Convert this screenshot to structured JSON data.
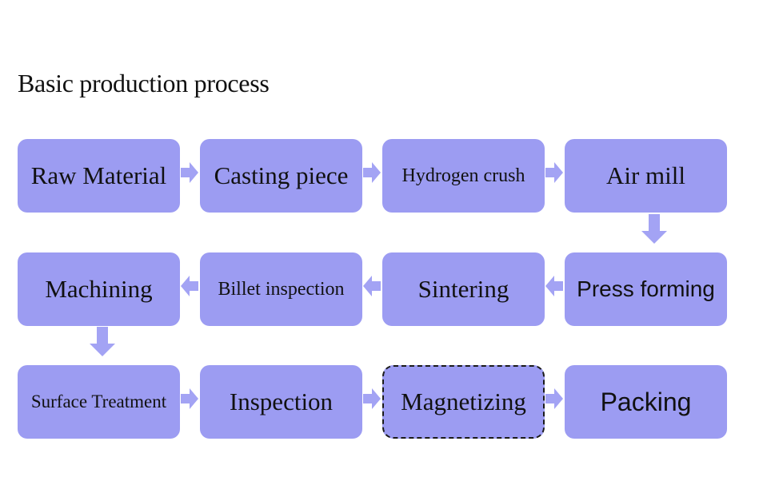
{
  "title": "Basic production process",
  "colors": {
    "box_fill": "#9c9cf2",
    "arrow_fill": "#a3a3f4",
    "text": "#111111"
  },
  "steps": [
    {
      "label": "Raw Material"
    },
    {
      "label": "Casting piece"
    },
    {
      "label": "Hydrogen crush"
    },
    {
      "label": "Air mill"
    },
    {
      "label": "Press forming"
    },
    {
      "label": "Sintering"
    },
    {
      "label": "Billet inspection"
    },
    {
      "label": "Machining"
    },
    {
      "label": "Surface Treatment"
    },
    {
      "label": "Inspection"
    },
    {
      "label": "Magnetizing"
    },
    {
      "label": "Packing"
    }
  ]
}
